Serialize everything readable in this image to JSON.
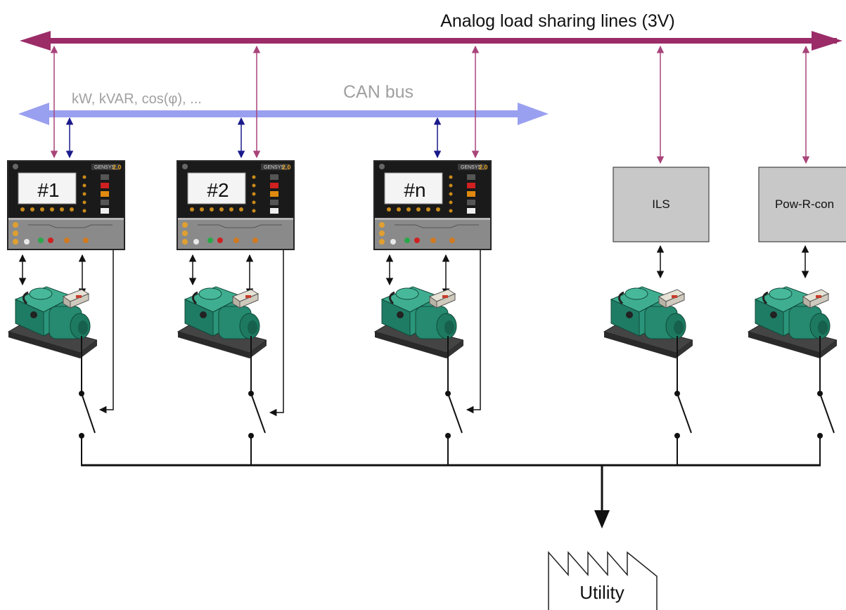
{
  "buses": {
    "analog": {
      "label": "Analog load sharing lines (3V)",
      "color": "#9b2c68"
    },
    "can": {
      "label": "CAN bus",
      "signals_label": "kW, kVAR, cos(φ), ...",
      "color": "#9aa0f0",
      "text_color": "#a0a0a0"
    }
  },
  "controllers": [
    {
      "label": "#1"
    },
    {
      "label": "#2"
    },
    {
      "label": "#n"
    }
  ],
  "devices": [
    {
      "label": "ILS"
    },
    {
      "label": "Pow-R-con"
    }
  ],
  "load": {
    "label": "Utility"
  },
  "icons": [
    "controller-panel-icon",
    "generator-set-icon",
    "circuit-breaker-icon",
    "factory-icon"
  ]
}
